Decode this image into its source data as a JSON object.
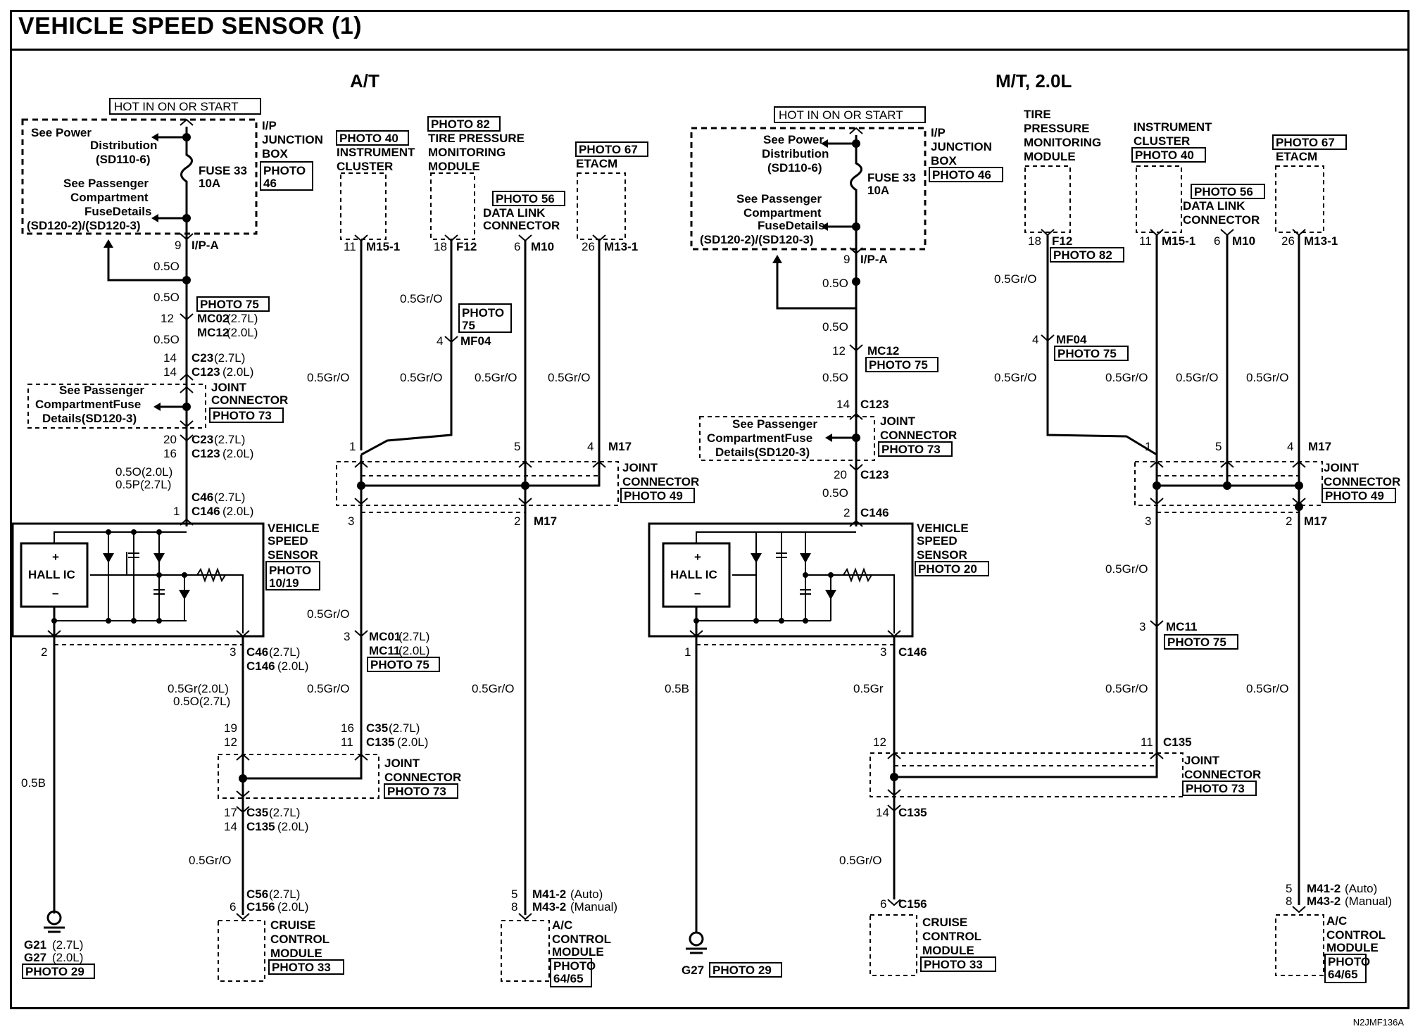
{
  "title": "VEHICLE SPEED SENSOR (1)",
  "footer_code": "N2JMF136A",
  "at": {
    "heading": "A/T",
    "hot": "HOT IN ON OR START",
    "see_power": [
      "See Power",
      "Distribution",
      "(SD110-6)"
    ],
    "see_pass": [
      "See Passenger",
      "Compartment",
      "FuseDetails",
      "(SD120-2)/(SD120-3)"
    ],
    "ipjb": [
      "I/P",
      "JUNCTION",
      "BOX"
    ],
    "photo46": [
      "PHOTO",
      "46"
    ],
    "fuse": [
      "FUSE 33",
      "10A"
    ],
    "pin9": "9",
    "ipa": "I/P-A",
    "w05o": "0.5O",
    "photo75": "PHOTO 75",
    "pin12": "12",
    "mc02": "MC02",
    "mc02s": "(2.7L)",
    "mc12": "MC12",
    "mc12s": "(2.0L)",
    "pin14a": "14",
    "pin14b": "14",
    "c23": "C23",
    "c23s": "(2.7L)",
    "c123": "C123",
    "c123s": "(2.0L)",
    "see_pass2": [
      "See Passenger",
      "CompartmentFuse",
      "Details(SD120-3)"
    ],
    "joint": [
      "JOINT",
      "CONNECTOR"
    ],
    "photo73": "PHOTO 73",
    "pin20": "20",
    "pin16": "16",
    "w05o2": "0.5O(2.0L)",
    "w05p": "0.5P(2.7L)",
    "pin1": "1",
    "c46": "C46",
    "c46s": "(2.7L)",
    "c146": "C146",
    "c146s": "(2.0L)",
    "vss": [
      "VEHICLE",
      "SPEED",
      "SENSOR"
    ],
    "photo1019": [
      "PHOTO",
      "10/19"
    ],
    "hallic": "HALL IC",
    "plus": "+",
    "minus": "–",
    "pin2": "2",
    "pin3": "3",
    "w05gr2": "0.5Gr(2.0L)",
    "w05o27": "0.5O(2.7L)",
    "pin19": "19",
    "pin12b": "12",
    "w05b": "0.5B",
    "pin17": "17",
    "pin14c": "14",
    "c35": "C35",
    "c35s": "(2.7L)",
    "c135": "C135",
    "c135s": "(2.0L)",
    "w05gro": "0.5Gr/O",
    "pin6": "6",
    "c56": "C56",
    "c56s": "(2.7L)",
    "c156": "C156",
    "c156s": "(2.0L)",
    "cruise": [
      "CRUISE",
      "CONTROL",
      "MODULE"
    ],
    "photo33": "PHOTO 33",
    "g21": "G21",
    "g21s": "(2.7L)",
    "g27": "G27",
    "g27s": "(2.0L)",
    "photo29": "PHOTO 29",
    "photo40": "PHOTO 40",
    "inst": [
      "INSTRUMENT",
      "CLUSTER"
    ],
    "photo82": "PHOTO 82",
    "tpms": [
      "TIRE PRESSURE",
      "MONITORING",
      "MODULE"
    ],
    "photo56": "PHOTO 56",
    "dlc": [
      "DATA LINK",
      "CONNECTOR"
    ],
    "photo67": "PHOTO 67",
    "etacm": "ETACM",
    "p11": "11",
    "m151": "M15-1",
    "p18": "18",
    "f12": "F12",
    "p6": "6",
    "m10": "M10",
    "p26": "26",
    "m131": "M13-1",
    "photo75b": [
      "PHOTO",
      "75"
    ],
    "p4": "4",
    "mf04": "MF04",
    "w05gro_a": "0.5Gr/O",
    "w05gro_b": "0.5Gr/O",
    "w05gro_c": "0.5Gr/O",
    "w05gro_d": "0.5Gr/O",
    "w05gro_e": "0.5Gr/O",
    "j1": "1",
    "j5": "5",
    "j4": "4",
    "m17": "M17",
    "photo49": "PHOTO 49",
    "j3": "3",
    "j2": "2",
    "p3": "3",
    "mc01": "MC01",
    "mc01s": "(2.7L)",
    "mc11": "MC11",
    "mc11s": "(2.0L)",
    "p16": "16",
    "p11b": "11",
    "p5": "5",
    "p8": "8",
    "m412": "M41-2",
    "m412s": "(Auto)",
    "m432": "M43-2",
    "m432s": "(Manual)",
    "ac": [
      "A/C",
      "CONTROL",
      "MODULE"
    ],
    "photo6465": [
      "PHOTO",
      "64/65"
    ]
  },
  "mt": {
    "heading": "M/T, 2.0L",
    "hot": "HOT IN ON OR START",
    "see_power": [
      "See Power",
      "Distribution",
      "(SD110-6)"
    ],
    "see_pass": [
      "See Passenger",
      "Compartment",
      "FuseDetails",
      "(SD120-2)/(SD120-3)"
    ],
    "ipjb": [
      "I/P",
      "JUNCTION",
      "BOX"
    ],
    "photo46": "PHOTO 46",
    "fuse": [
      "FUSE 33",
      "10A"
    ],
    "pin9": "9",
    "ipa": "I/P-A",
    "w05o": "0.5O",
    "pin12": "12",
    "mc12": "MC12",
    "photo75": "PHOTO 75",
    "pin14": "14",
    "c123": "C123",
    "see_pass2": [
      "See Passenger",
      "CompartmentFuse",
      "Details(SD120-3)"
    ],
    "joint": [
      "JOINT",
      "CONNECTOR"
    ],
    "photo73": "PHOTO 73",
    "pin20": "20",
    "pin2": "2",
    "c146": "C146",
    "vss": [
      "VEHICLE",
      "SPEED",
      "SENSOR"
    ],
    "photo20": "PHOTO 20",
    "hallic": "HALL IC",
    "plus": "+",
    "minus": "–",
    "pin1": "1",
    "pin3": "3",
    "w05b": "0.5B",
    "w05gr": "0.5Gr",
    "pin12b": "12",
    "pin11": "11",
    "c135": "C135",
    "pin14b": "14",
    "w05gro": "0.5Gr/O",
    "pin6": "6",
    "c156": "C156",
    "cruise": [
      "CRUISE",
      "CONTROL",
      "MODULE"
    ],
    "photo33": "PHOTO 33",
    "g27": "G27",
    "photo29": "PHOTO 29",
    "tpms": [
      "TIRE",
      "PRESSURE",
      "MONITORING",
      "MODULE"
    ],
    "inst": [
      "INSTRUMENT",
      "CLUSTER"
    ],
    "photo40": "PHOTO 40",
    "photo56": "PHOTO 56",
    "dlc": [
      "DATA LINK",
      "CONNECTOR"
    ],
    "photo67": "PHOTO 67",
    "etacm": "ETACM",
    "p18": "18",
    "f12": "F12",
    "photo82": "PHOTO 82",
    "p11": "11",
    "m151": "M15-1",
    "p6": "6",
    "m10": "M10",
    "p26": "26",
    "m131": "M13-1",
    "p4": "4",
    "mf04": "MF04",
    "photo75b": "PHOTO 75",
    "w05gro_a": "0.5Gr/O",
    "w05gro_b": "0.5Gr/O",
    "w05gro_c": "0.5Gr/O",
    "w05gro_d": "0.5Gr/O",
    "w05gro_e": "0.5Gr/O",
    "j1": "1",
    "j5": "5",
    "j4": "4",
    "m17": "M17",
    "photo49": "PHOTO 49",
    "j3": "3",
    "j2": "2",
    "p3": "3",
    "mc11": "MC11",
    "photo75c": "PHOTO 75",
    "w05gro_f": "0.5Gr/O",
    "w05gro_g": "0.5Gr/O",
    "w05gro_h": "0.5Gr/O",
    "p5": "5",
    "p8": "8",
    "m412": "M41-2",
    "m412s": "(Auto)",
    "m432": "M43-2",
    "m432s": "(Manual)",
    "ac": [
      "A/C",
      "CONTROL",
      "MODULE"
    ],
    "photo6465": [
      "PHOTO",
      "64/65"
    ]
  }
}
